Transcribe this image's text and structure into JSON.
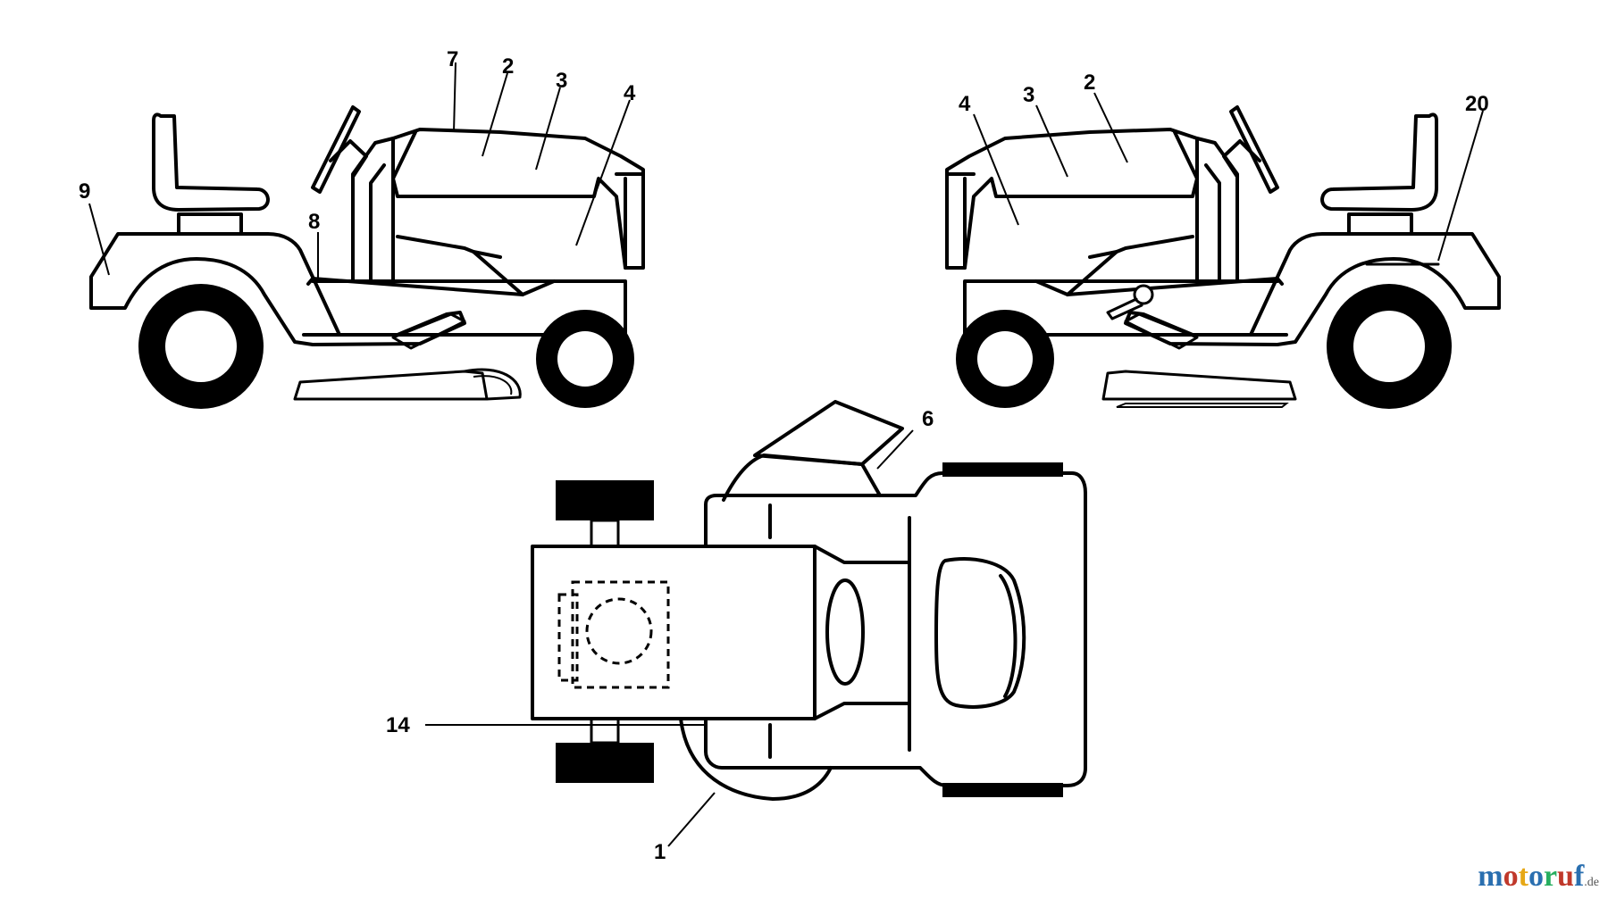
{
  "diagram": {
    "views": [
      "left-side-view",
      "right-side-view",
      "top-view"
    ],
    "callouts": {
      "left": [
        "7",
        "2",
        "3",
        "4",
        "9",
        "8"
      ],
      "right": [
        "4",
        "3",
        "2",
        "20"
      ],
      "top": [
        "6",
        "14",
        "1"
      ]
    }
  },
  "watermark": {
    "letters": [
      "m",
      "o",
      "t",
      "o",
      "r",
      "u",
      "f"
    ],
    "colors": [
      "#2a6fb0",
      "#c0392b",
      "#e6a817",
      "#2a6fb0",
      "#27ae60",
      "#c0392b",
      "#2a6fb0"
    ],
    "tld": ".de"
  }
}
